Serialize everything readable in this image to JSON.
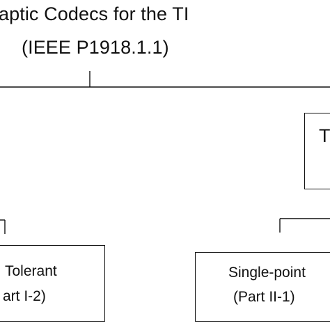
{
  "title": {
    "line1": "aptic Codecs for the TI",
    "line2": "(IEEE P1918.1.1)"
  },
  "boxes": {
    "right_top": {
      "text": "T"
    },
    "left_bottom": {
      "line1": "Tolerant",
      "line2": "art I-2)"
    },
    "center_bottom": {
      "line1": "Single-point",
      "line2": "(Part II-1)"
    }
  },
  "colors": {
    "line": "#111111",
    "text": "#111111",
    "background": "#ffffff"
  }
}
